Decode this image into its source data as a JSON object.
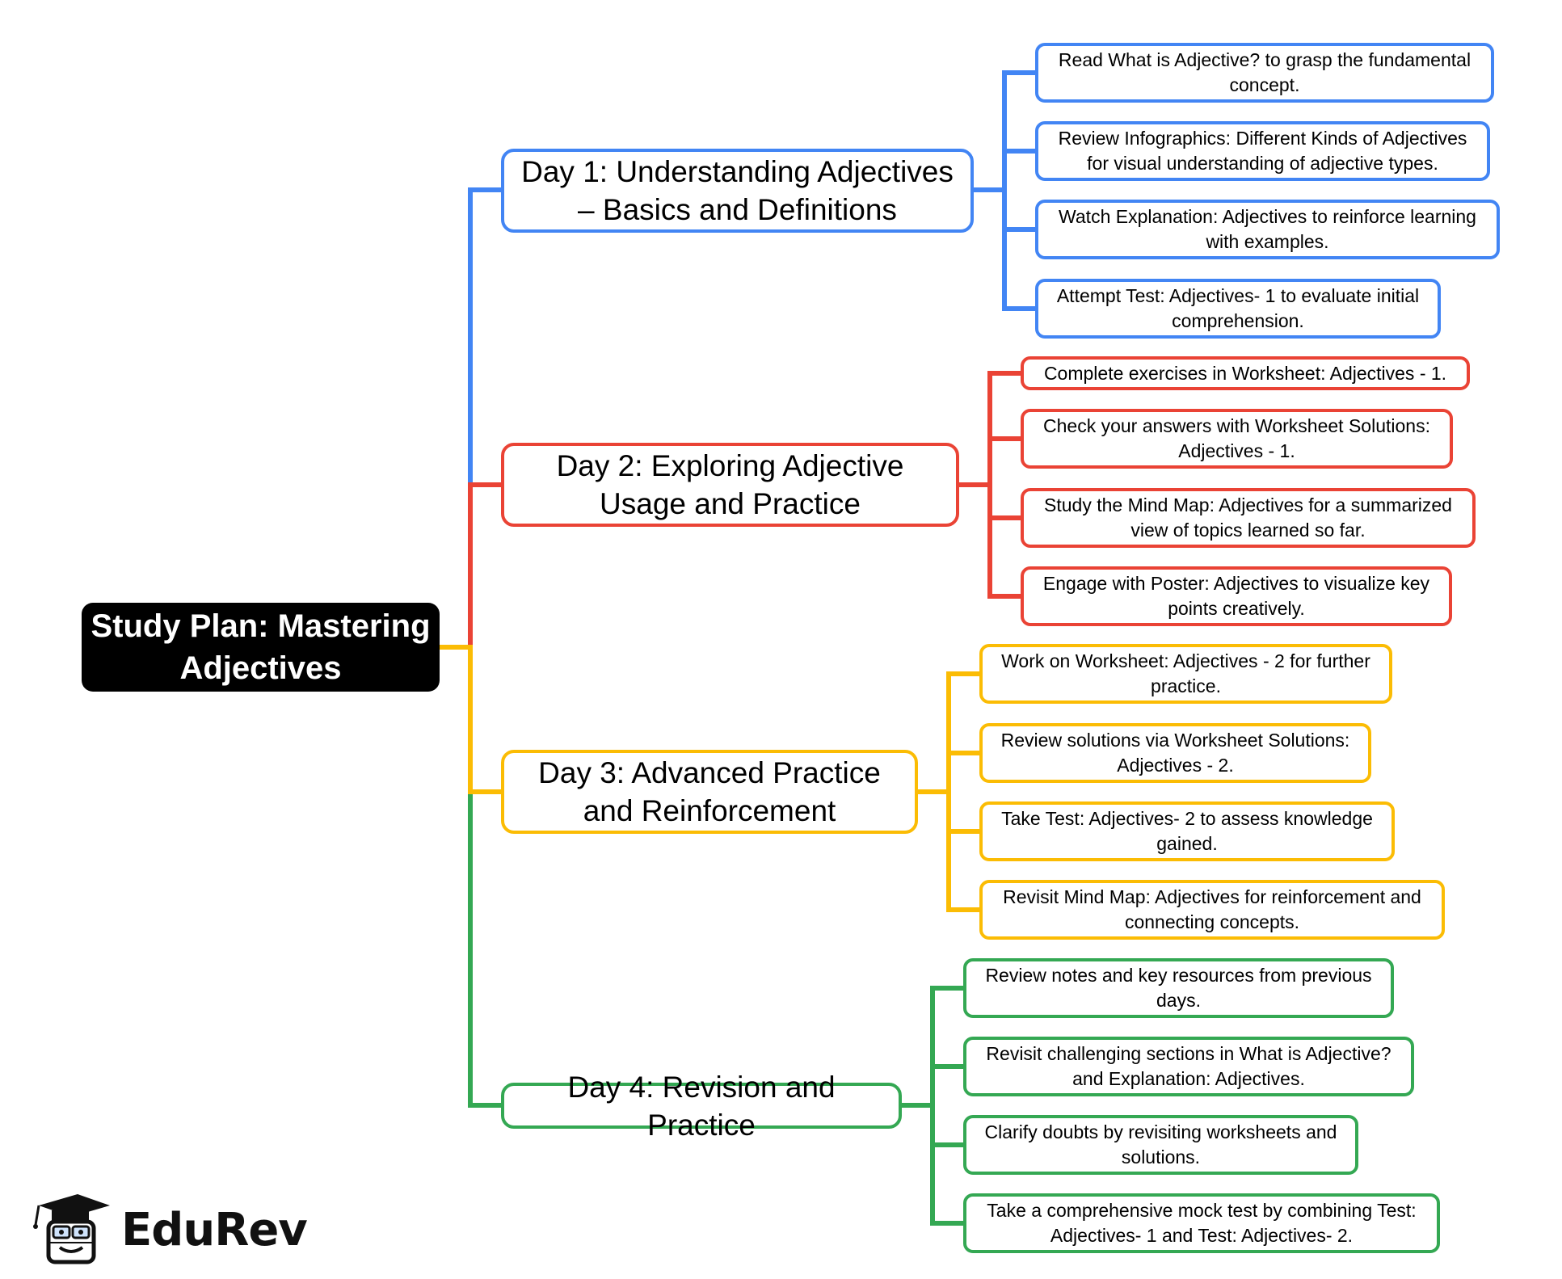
{
  "colors": {
    "day1": "#4285F4",
    "day2": "#EA4335",
    "day3": "#FBBC04",
    "day4": "#34A853",
    "root_bg": "#000000"
  },
  "root": {
    "label": "Study Plan: Mastering Adjectives"
  },
  "days": [
    {
      "title": "Day 1: Understanding Adjectives – Basics and Definitions",
      "tasks": [
        "Read What is Adjective? to grasp the fundamental concept.",
        "Review Infographics: Different Kinds of Adjectives for visual understanding of adjective types.",
        "Watch Explanation: Adjectives to reinforce learning with examples.",
        "Attempt Test: Adjectives- 1 to evaluate initial comprehension."
      ]
    },
    {
      "title": "Day 2: Exploring Adjective Usage and Practice",
      "tasks": [
        "Complete exercises in Worksheet: Adjectives - 1.",
        "Check your answers with Worksheet Solutions: Adjectives - 1.",
        "Study the Mind Map: Adjectives for a summarized view of topics learned so far.",
        "Engage with Poster: Adjectives to visualize key points creatively."
      ]
    },
    {
      "title": "Day 3: Advanced Practice and Reinforcement",
      "tasks": [
        "Work on Worksheet: Adjectives - 2 for further practice.",
        "Review solutions via Worksheet Solutions: Adjectives - 2.",
        "Take Test: Adjectives- 2 to assess knowledge gained.",
        "Revisit Mind Map: Adjectives for reinforcement and connecting concepts."
      ]
    },
    {
      "title": "Day 4: Revision and Practice",
      "tasks": [
        "Review notes and key resources from previous days.",
        "Revisit challenging sections in What is Adjective? and Explanation: Adjectives.",
        "Clarify doubts by revisiting worksheets and solutions.",
        "Take a comprehensive mock test by combining Test: Adjectives- 1 and Test: Adjectives- 2."
      ]
    }
  ],
  "logo": {
    "text": "EduRev",
    "icon": "graduation-cap-mascot-icon"
  }
}
